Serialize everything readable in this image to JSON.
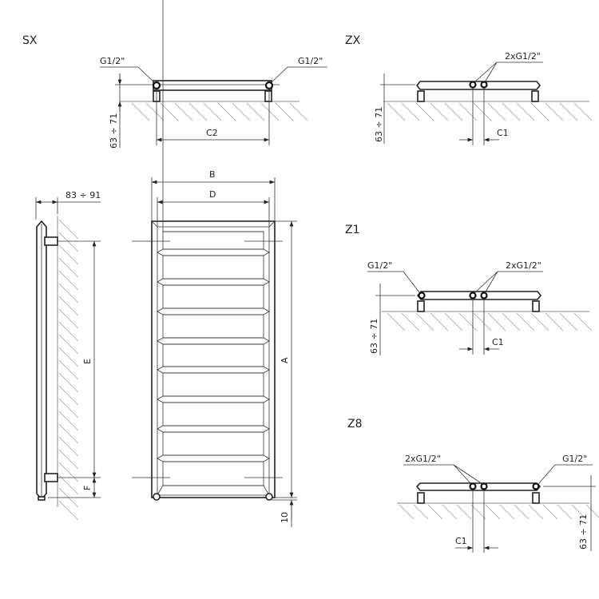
{
  "views": {
    "sx": {
      "title": "SX",
      "conn_left": "G1/2\"",
      "conn_right": "G1/2\"",
      "height_dim": "63 ÷ 71",
      "spacing_dim": "C2"
    },
    "zx": {
      "title": "ZX",
      "conn": "2xG1/2\"",
      "height_dim": "63 ÷ 71",
      "spacing_dim": "C1"
    },
    "z1": {
      "title": "Z1",
      "conn_left": "G1/2\"",
      "conn_pair": "2xG1/2\"",
      "height_dim": "63 ÷ 71",
      "spacing_dim": "C1"
    },
    "z8": {
      "title": "Z8",
      "conn_pair": "2xG1/2\"",
      "conn_right": "G1/2\"",
      "height_dim": "63 ÷ 71",
      "spacing_dim": "C1"
    },
    "side": {
      "depth_dim": "83 ÷ 91",
      "bracket_spacing": "E",
      "bottom_offset": "F"
    },
    "front": {
      "width_dim": "B",
      "inner_width_dim": "D",
      "height_dim": "A",
      "bottom_gap": "10"
    }
  }
}
